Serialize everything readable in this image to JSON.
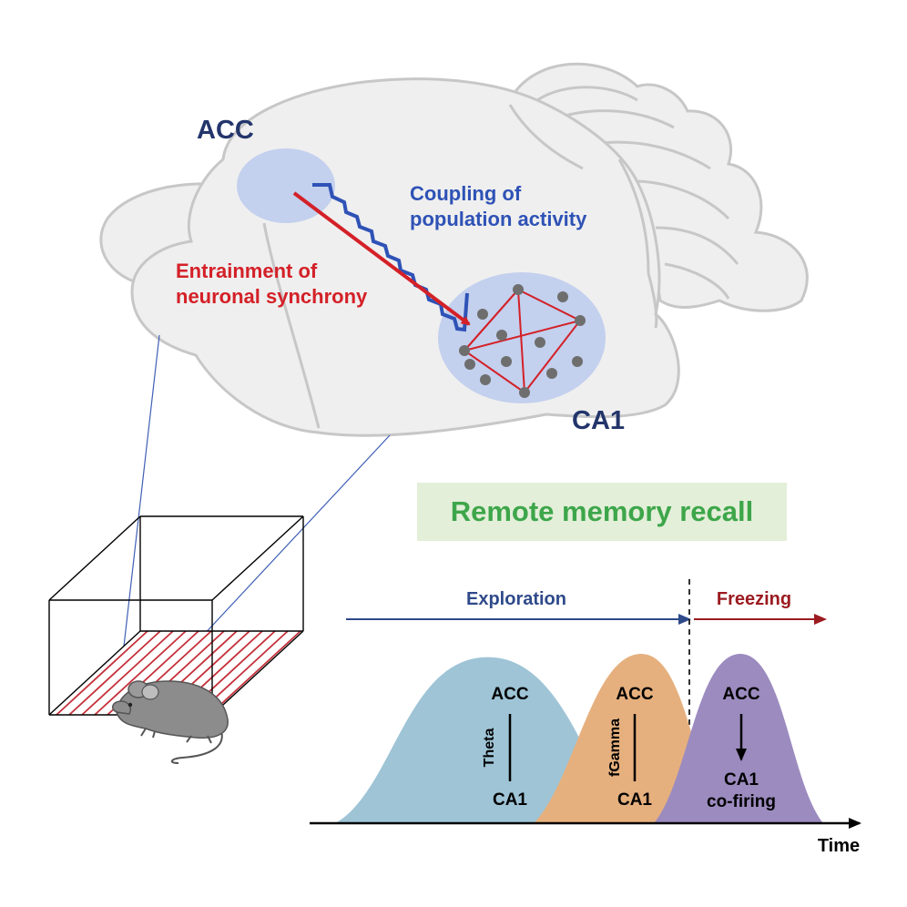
{
  "brain": {
    "acc_label": "ACC",
    "ca1_label": "CA1",
    "coupling_line1": "Coupling of",
    "coupling_line2": "population activity",
    "entrainment_line1": "Entrainment of",
    "entrainment_line2": "neuronal synchrony"
  },
  "recall": {
    "title": "Remote memory recall"
  },
  "timeline": {
    "exploration_label": "Exploration",
    "freezing_label": "Freezing",
    "time_label": "Time",
    "phase1": {
      "top": "ACC",
      "band": "Theta",
      "bottom": "CA1"
    },
    "phase2": {
      "top": "ACC",
      "band": "fGamma",
      "bottom": "CA1"
    },
    "phase3": {
      "top": "ACC",
      "bottom1": "CA1",
      "bottom2": "co-firing"
    }
  },
  "colors": {
    "acc_blue": "#23356b",
    "coupling_blue": "#2e52b6",
    "entrain_red": "#d42027",
    "freeze_red": "#9b1b21",
    "theta_fill": "#9ec4d6",
    "gamma_fill": "#e6b07e",
    "cofire_fill": "#9c8bbf",
    "region_fill": "#c3d0ee",
    "recall_green": "#3da64a"
  }
}
